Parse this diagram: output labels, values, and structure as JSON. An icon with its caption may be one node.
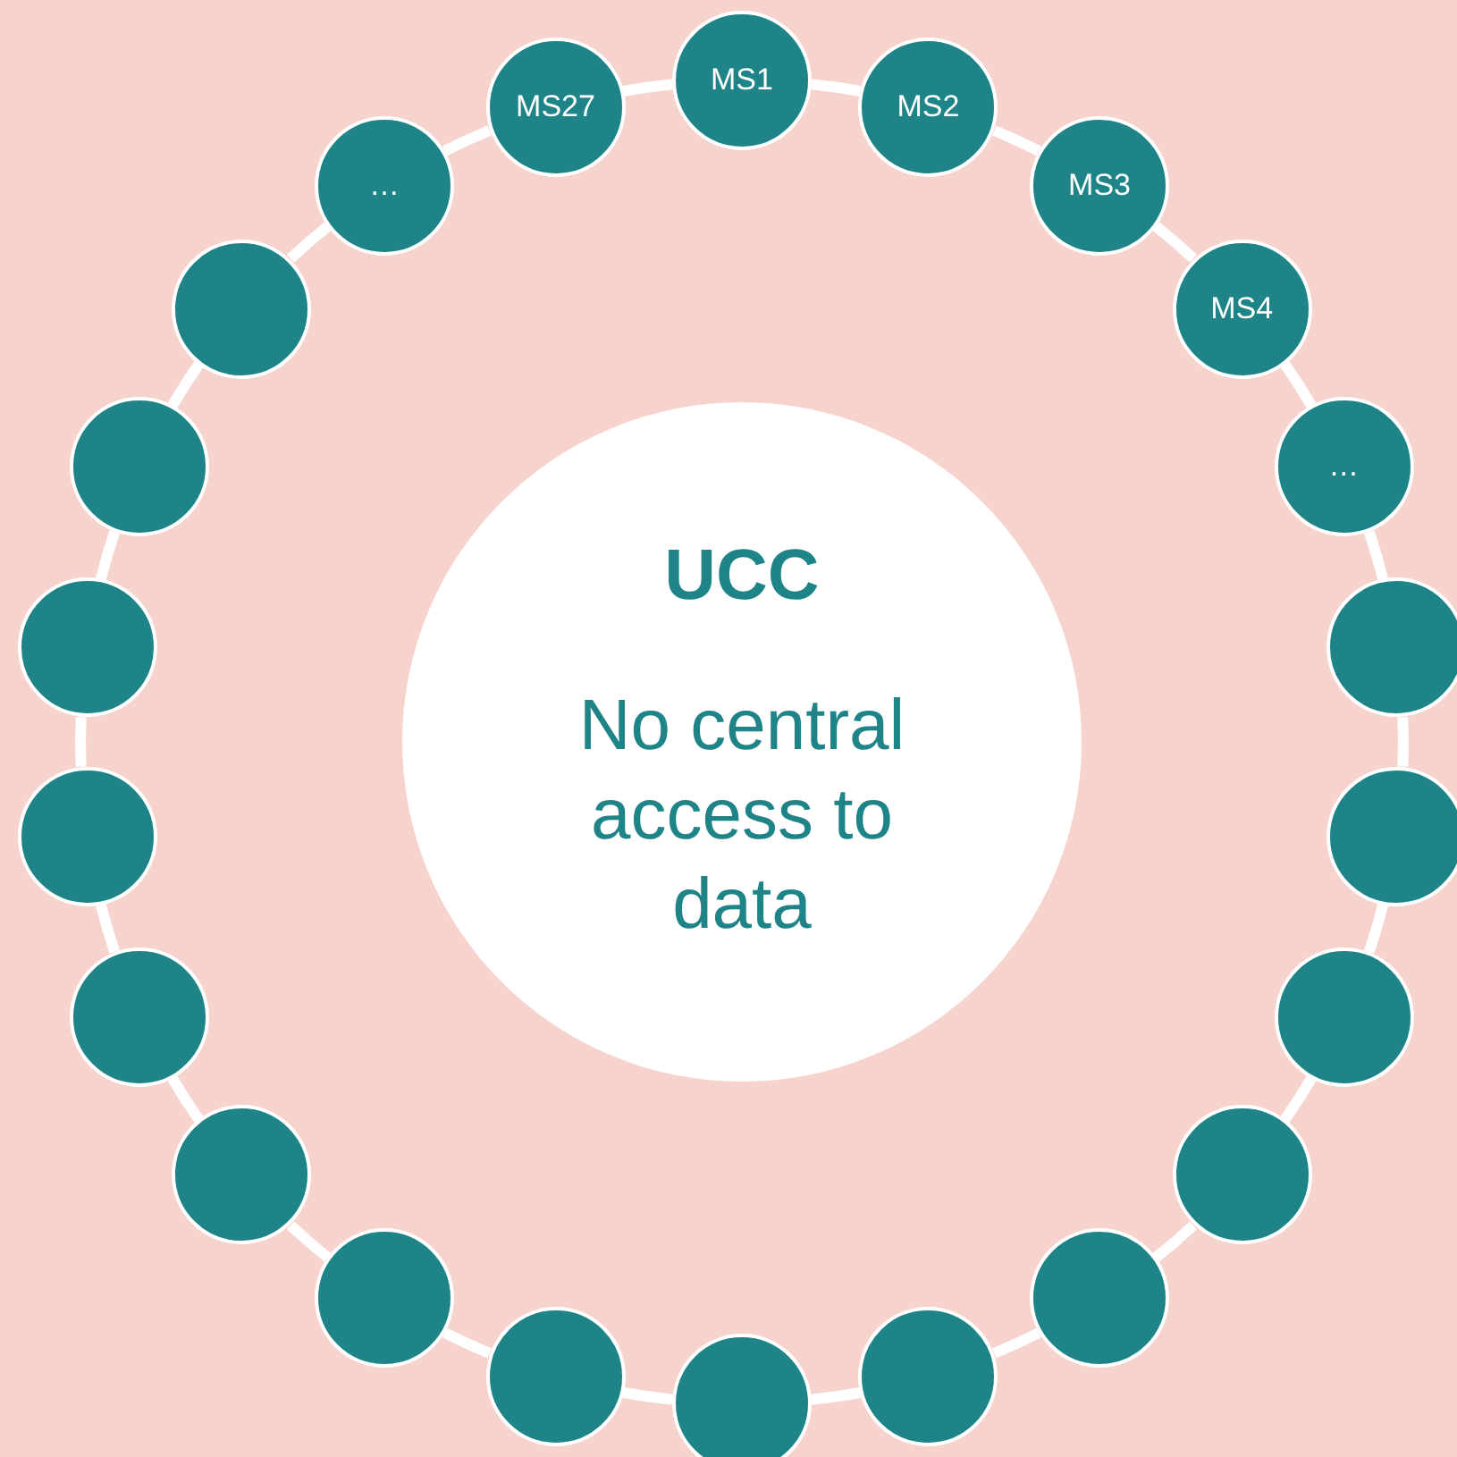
{
  "diagram": {
    "nodes": [
      {
        "text": [
          "UCC",
          "No central access to data"
        ]
      },
      {
        "text": [
          "MS1"
        ]
      },
      {
        "text": [
          "MS2"
        ]
      },
      {
        "text": [
          "MS3"
        ]
      },
      {
        "text": [
          "MS4"
        ]
      },
      {
        "text": [
          "…"
        ]
      },
      {
        "text": [],
        "shape": "circle"
      },
      {
        "text": [],
        "shape": "circle"
      },
      {
        "text": [],
        "shape": "circle"
      },
      {
        "text": [],
        "shape": "circle"
      },
      {
        "text": [],
        "shape": "circle"
      },
      {
        "text": [],
        "shape": "circle"
      },
      {
        "text": [],
        "shape": "circle"
      },
      {
        "text": [],
        "shape": "circle"
      },
      {
        "text": [],
        "shape": "circle"
      },
      {
        "text": [],
        "shape": "circle"
      },
      {
        "text": [],
        "shape": "circle"
      },
      {
        "text": [],
        "shape": "circle"
      },
      {
        "text": [],
        "shape": "circle"
      },
      {
        "text": [],
        "shape": "circle"
      },
      {
        "text": [],
        "shape": "circle"
      },
      {
        "text": [
          "…"
        ]
      },
      {
        "text": [
          "MS27"
        ]
      }
    ],
    "edges": [
      {
        "from": 1,
        "to": 2,
        "arrow": "none"
      },
      {
        "from": 2,
        "to": 3,
        "arrow": "none"
      },
      {
        "from": 3,
        "to": 4,
        "arrow": "none"
      },
      {
        "from": 4,
        "to": 5,
        "arrow": "none"
      },
      {
        "from": 5,
        "to": 6,
        "arrow": "none"
      },
      {
        "from": 6,
        "to": 7,
        "arrow": "none"
      },
      {
        "from": 7,
        "to": 8,
        "arrow": "none"
      },
      {
        "from": 8,
        "to": 9,
        "arrow": "none"
      },
      {
        "from": 9,
        "to": 10,
        "arrow": "none"
      },
      {
        "from": 10,
        "to": 11,
        "arrow": "none"
      },
      {
        "from": 11,
        "to": 12,
        "arrow": "none"
      },
      {
        "from": 12,
        "to": 13,
        "arrow": "none"
      },
      {
        "from": 13,
        "to": 14,
        "arrow": "none"
      },
      {
        "from": 14,
        "to": 15,
        "arrow": "none"
      },
      {
        "from": 15,
        "to": 16,
        "arrow": "none"
      },
      {
        "from": 16,
        "to": 17,
        "arrow": "none"
      },
      {
        "from": 17,
        "to": 18,
        "arrow": "none"
      },
      {
        "from": 18,
        "to": 19,
        "arrow": "none"
      },
      {
        "from": 19,
        "to": 20,
        "arrow": "none"
      },
      {
        "from": 20,
        "to": 21,
        "arrow": "none"
      },
      {
        "from": 21,
        "to": 22,
        "arrow": "none"
      },
      {
        "from": 22,
        "to": 1,
        "arrow": "none"
      }
    ]
  }
}
